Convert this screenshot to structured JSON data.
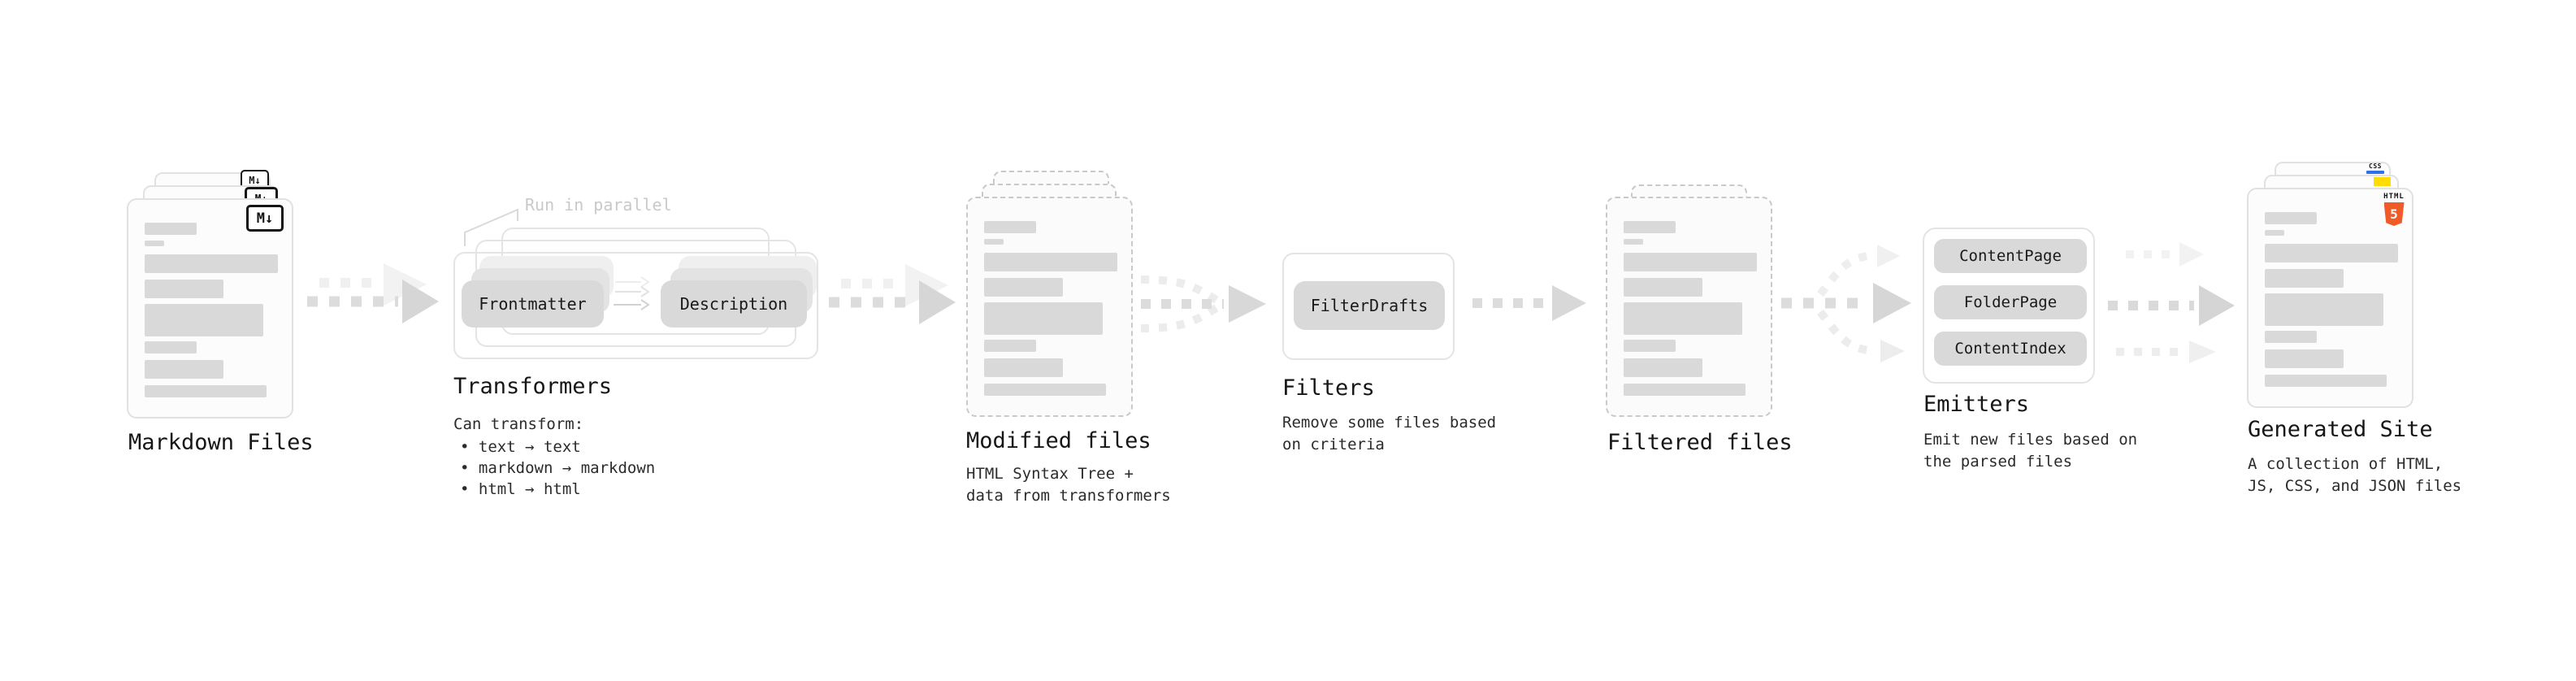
{
  "stages": {
    "markdown_files": {
      "label": "Markdown Files",
      "icon": "M↓"
    },
    "transformers": {
      "heading": "Transformers",
      "annotation": "Run in parallel",
      "plugins": [
        "Frontmatter",
        "Description"
      ],
      "note_title": "Can transform:",
      "bullets": [
        "• text → text",
        "• markdown → markdown",
        "• html → html"
      ]
    },
    "modified_files": {
      "label": "Modified files",
      "description_lines": [
        "HTML Syntax Tree +",
        "data from transformers"
      ]
    },
    "filters": {
      "heading": "Filters",
      "plugins": [
        "FilterDrafts"
      ],
      "description_lines": [
        "Remove some files based",
        "on criteria"
      ]
    },
    "filtered_files": {
      "label": "Filtered files"
    },
    "emitters": {
      "heading": "Emitters",
      "plugins": [
        "ContentPage",
        "FolderPage",
        "ContentIndex"
      ],
      "description_lines": [
        "Emit new files based on",
        "the parsed files"
      ]
    },
    "generated_site": {
      "label": "Generated Site",
      "description_lines": [
        "A collection of HTML,",
        "JS, CSS, and JSON files"
      ],
      "file_icons": {
        "html_label": "HTML",
        "html_number": "5",
        "css_label": "CSS"
      }
    }
  },
  "colors": {
    "html5_orange": "#f05a28",
    "js_yellow": "#ffdd00",
    "css_blue": "#2f6fed",
    "bar_gray": "#d9d9d9",
    "button_gray": "#d9d9d9",
    "outline_gray": "#e4e4e4",
    "arrow_dark": "#d6d6d6",
    "arrow_light": "#efefef"
  }
}
